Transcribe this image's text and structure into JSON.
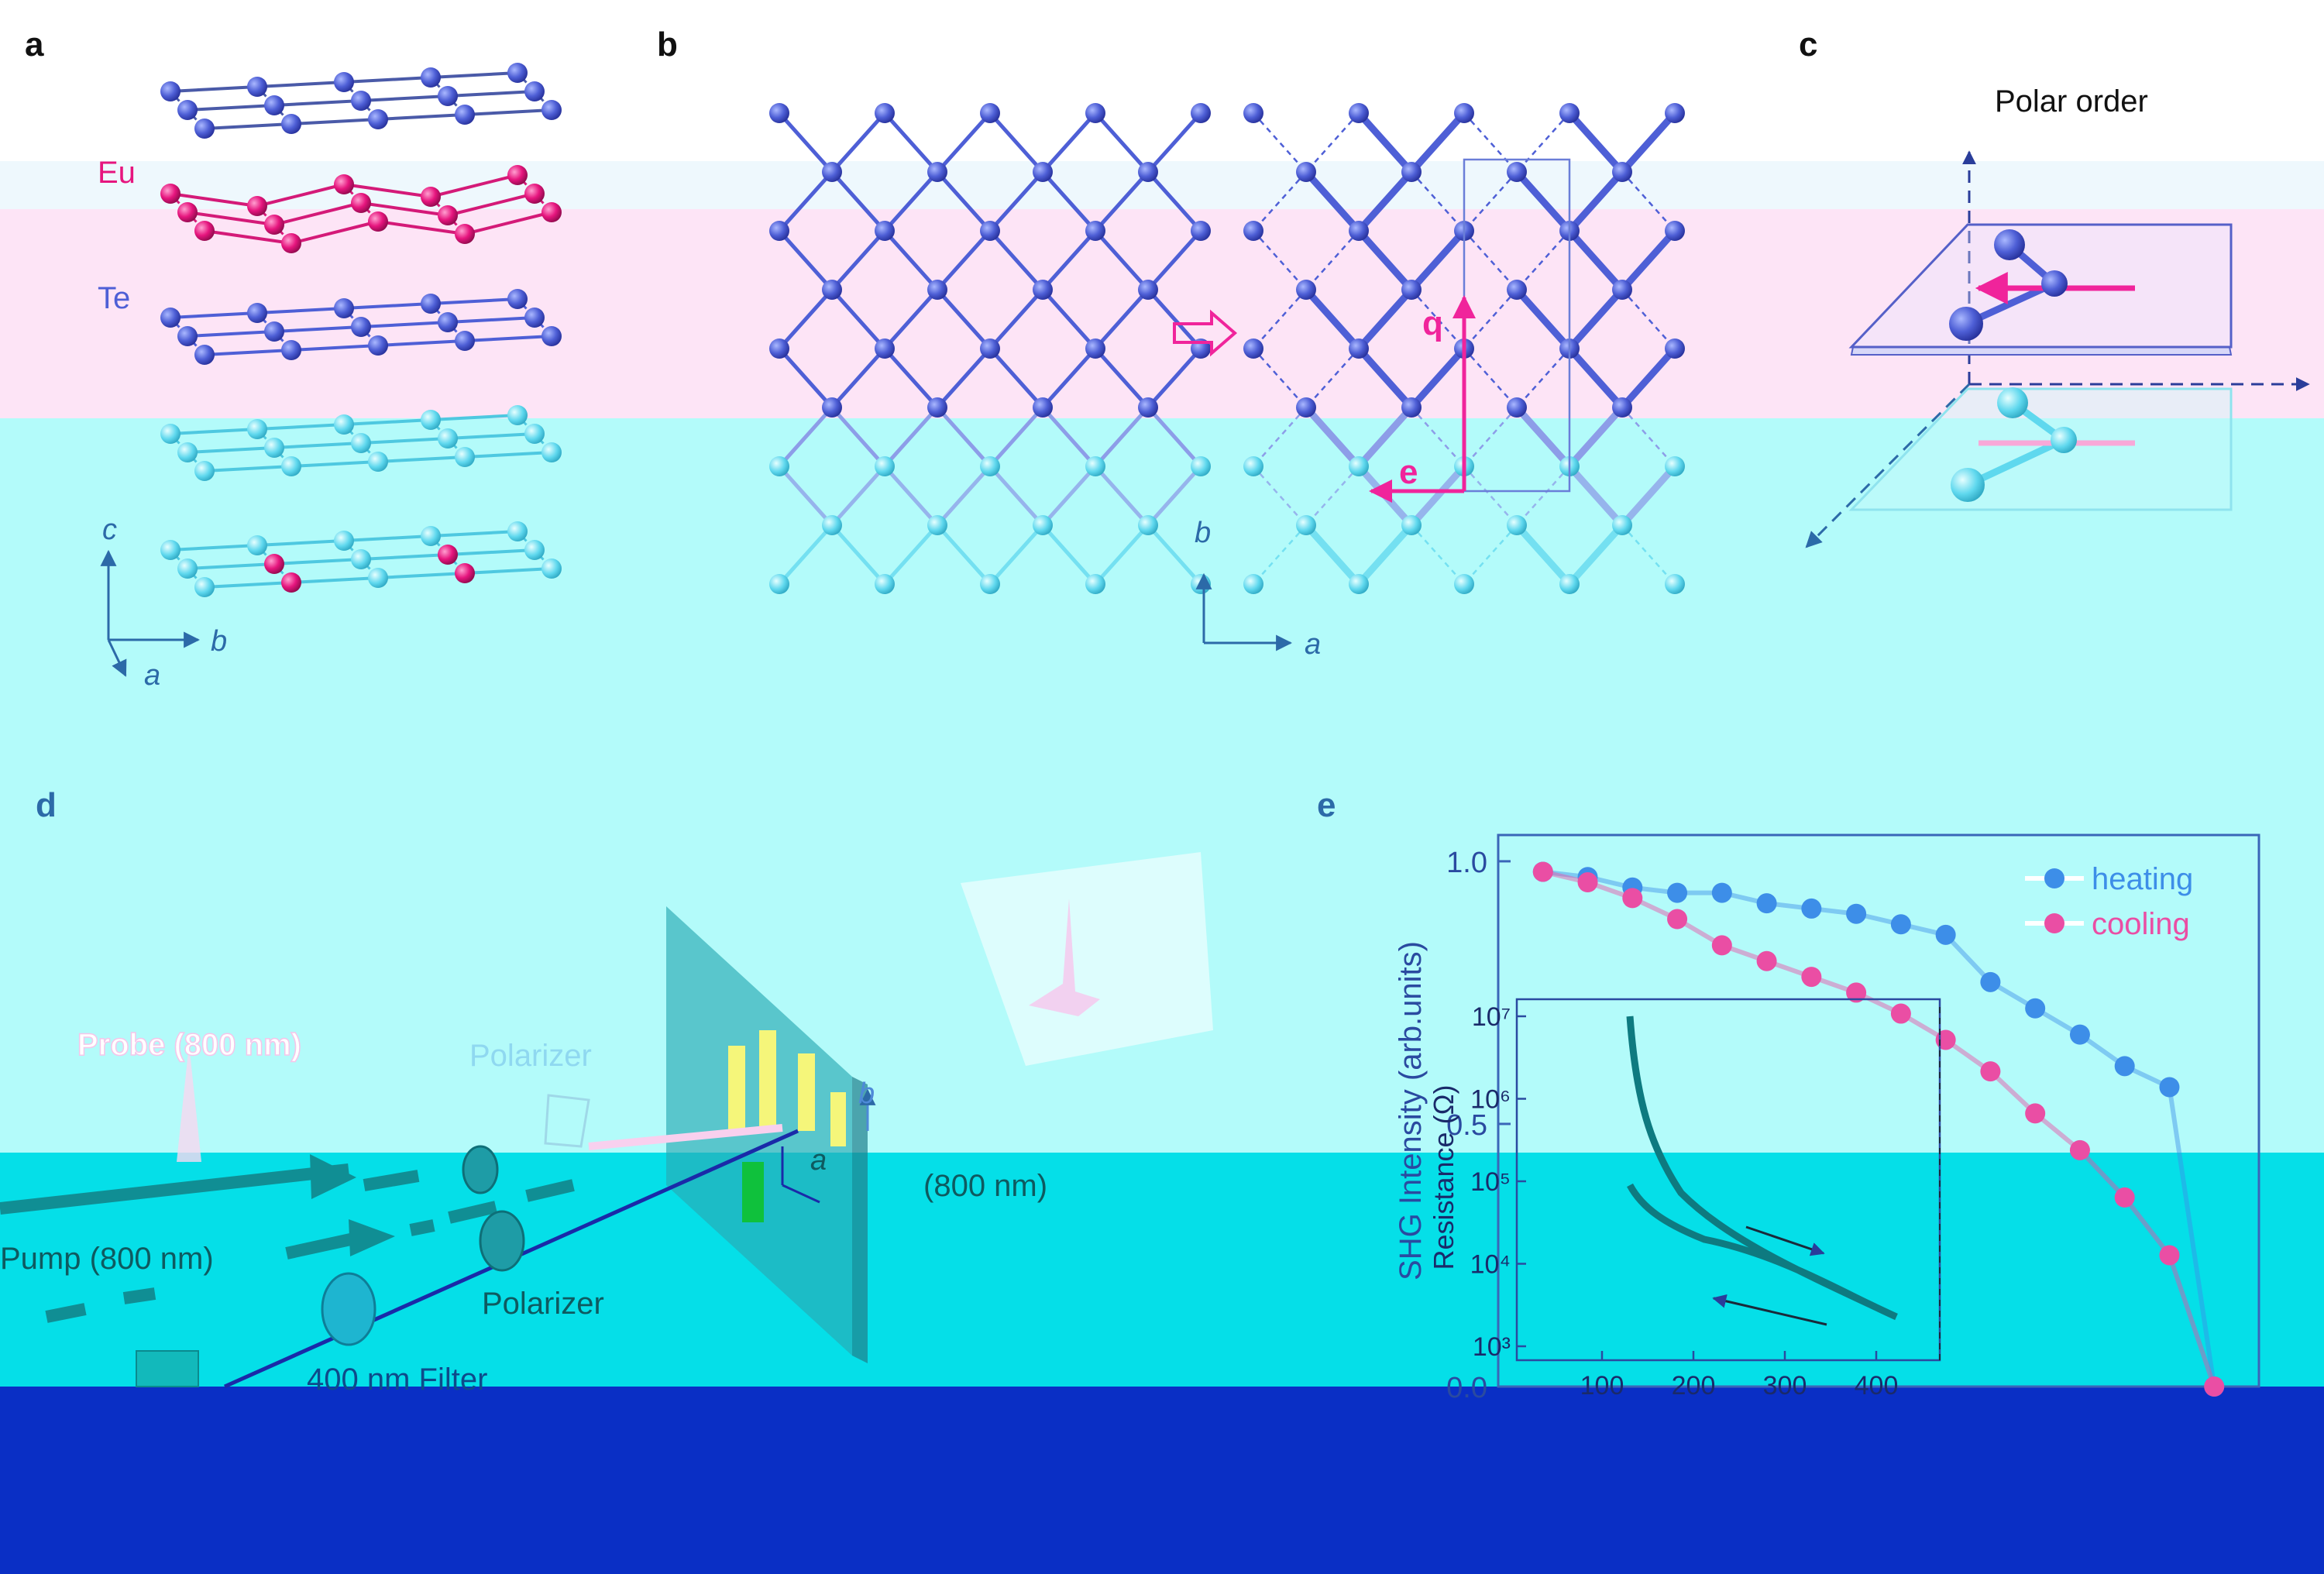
{
  "panels": {
    "a": {
      "label": "a",
      "element_labels": [
        "Eu",
        "Te"
      ],
      "axes": {
        "c": "c",
        "b": "b",
        "a": "a"
      }
    },
    "b": {
      "label": "b",
      "vectors": {
        "q": "q",
        "e": "e"
      },
      "axes": {
        "b": "b",
        "a": "a"
      }
    },
    "c": {
      "label": "c",
      "title": "Polar order"
    },
    "d": {
      "label": "d",
      "labels": {
        "probe": "Probe (800 nm)",
        "polarizer_top": "Polarizer",
        "pump": "Pump (800 nm)",
        "polarizer_bottom": "Polarizer",
        "filter": "400 nm Filter",
        "nm800": "(800 nm)",
        "axis_b": "b",
        "axis_a": "a"
      }
    },
    "e": {
      "label": "e"
    }
  },
  "colors": {
    "atom_te": "#4e5fd6",
    "atom_eu": "#e6157e",
    "atom_light": "#5fd8ee",
    "magenta": "#f0249b",
    "axis": "#2c6aa8",
    "band_pink": "#fde4f6",
    "band_cyan": "#b3fbfa",
    "band_teal": "#05dfe8",
    "band_blue": "#0a2fc5"
  },
  "chart_data": {
    "type": "scatter",
    "ylabel": "SHG Intensity (arb.units)",
    "yticks": [
      "1.0",
      "0.5",
      "0.0"
    ],
    "xticks": [],
    "legend": [
      {
        "name": "heating",
        "color": "#3d8ee8"
      },
      {
        "name": "cooling",
        "color": "#ea4ea4"
      }
    ],
    "legend_position": "top-right",
    "ylim": [
      0,
      1.05
    ],
    "series": [
      {
        "name": "heating",
        "x": [
          40,
          60,
          80,
          100,
          120,
          140,
          160,
          180,
          200,
          220,
          240,
          260,
          280,
          300,
          320,
          340
        ],
        "y": [
          0.98,
          0.97,
          0.95,
          0.94,
          0.94,
          0.92,
          0.91,
          0.9,
          0.88,
          0.86,
          0.77,
          0.72,
          0.67,
          0.61,
          0.57,
          0.0
        ]
      },
      {
        "name": "cooling",
        "x": [
          40,
          60,
          80,
          100,
          120,
          140,
          160,
          180,
          200,
          220,
          240,
          260,
          280,
          300,
          320,
          340
        ],
        "y": [
          0.98,
          0.96,
          0.93,
          0.89,
          0.84,
          0.81,
          0.78,
          0.75,
          0.71,
          0.66,
          0.6,
          0.52,
          0.45,
          0.36,
          0.25,
          0.0
        ]
      }
    ],
    "inset": {
      "ylabel": "Resistance (Ω)",
      "yticks": [
        "10⁷",
        "10⁶",
        "10⁵",
        "10⁴",
        "10³"
      ],
      "xticks": [
        "100",
        "200",
        "300",
        "400"
      ]
    }
  }
}
